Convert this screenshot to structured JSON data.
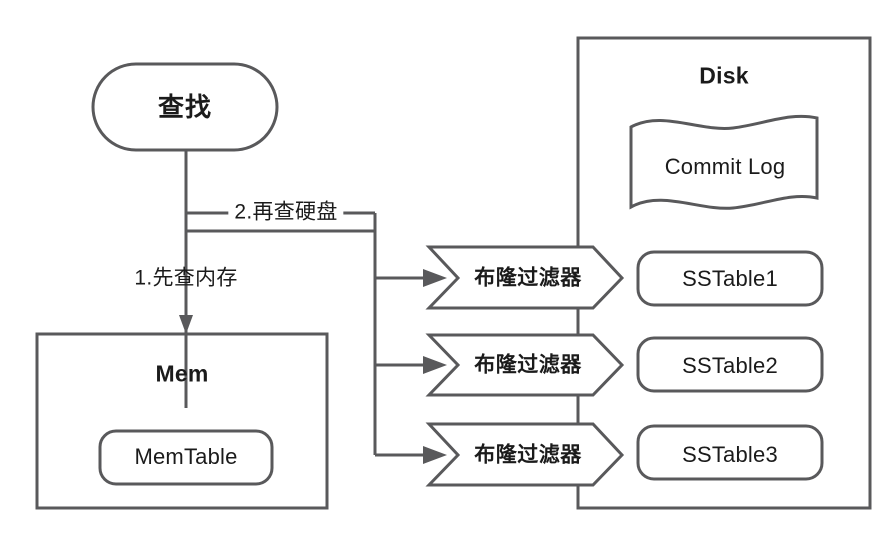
{
  "diagram": {
    "title_hidden": "",
    "colors": {
      "stroke": "#59595b",
      "text": "#1b1b1b",
      "background": "#ffffff"
    },
    "query_node": {
      "label": "查找",
      "shape": "stadium"
    },
    "memory_container": {
      "label": "Mem",
      "children": [
        {
          "label": "MemTable",
          "shape": "rounded-rect"
        }
      ]
    },
    "disk_container": {
      "label": "Disk",
      "commit_log": {
        "label": "Commit Log",
        "shape": "wave-document"
      },
      "sstables": [
        {
          "label": "SSTable1",
          "shape": "rounded-rect"
        },
        {
          "label": "SSTable2",
          "shape": "rounded-rect"
        },
        {
          "label": "SSTable3",
          "shape": "rounded-rect"
        }
      ]
    },
    "bloom_filters": [
      {
        "label": "布隆过滤器",
        "shape": "chevron"
      },
      {
        "label": "布隆过滤器",
        "shape": "chevron"
      },
      {
        "label": "布隆过滤器",
        "shape": "chevron"
      }
    ],
    "edges": [
      {
        "id": "to-memory",
        "label": "1.先查内存",
        "from": "查找",
        "to": "Mem"
      },
      {
        "id": "to-disk",
        "label": "2.再查硬盘",
        "from": "查找",
        "to": "布隆过滤器"
      }
    ]
  }
}
